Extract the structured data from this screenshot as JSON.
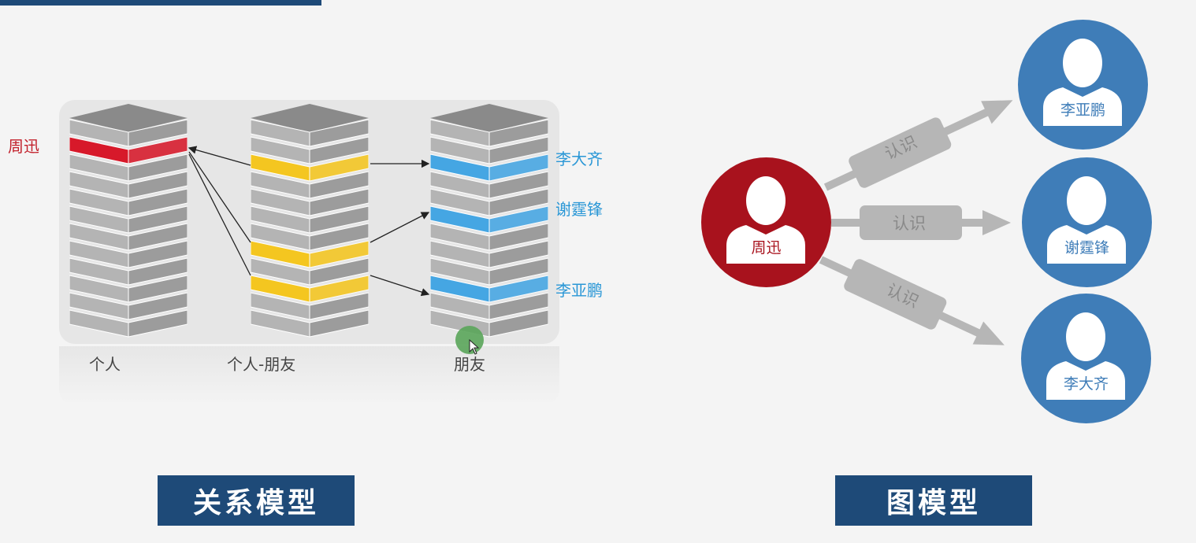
{
  "relational": {
    "columns": [
      {
        "name": "个人",
        "highlight_color": "#d7192a",
        "highlight_rows": [
          1
        ]
      },
      {
        "name": "个人-朋友",
        "highlight_color": "#f4c620",
        "highlight_rows": [
          2,
          7,
          9
        ]
      },
      {
        "name": "朋友",
        "highlight_color": "#45a6e3",
        "highlight_rows": [
          2,
          5,
          9
        ]
      }
    ],
    "person_label": "周迅",
    "friend_labels": [
      "李大齐",
      "谢霆锋",
      "李亚鹏"
    ],
    "caption": "关系模型"
  },
  "graph": {
    "center": {
      "name": "周迅",
      "color": "#a8121d"
    },
    "friends": [
      {
        "name": "李亚鹏",
        "color": "#3f7db8"
      },
      {
        "name": "谢霆锋",
        "color": "#3f7db8"
      },
      {
        "name": "李大齐",
        "color": "#3f7db8"
      }
    ],
    "edge_label": "认识",
    "caption": "图模型"
  }
}
